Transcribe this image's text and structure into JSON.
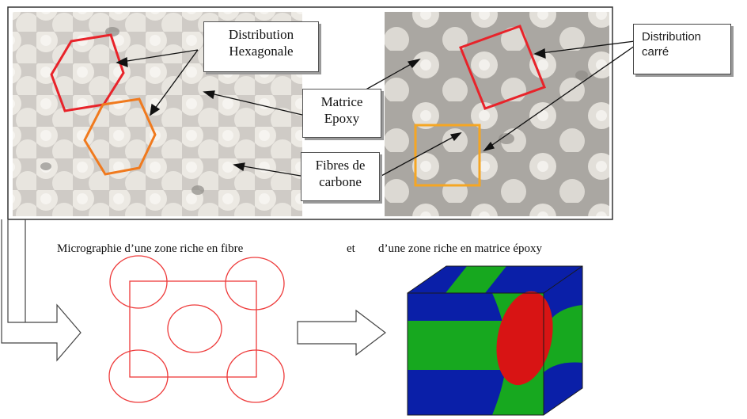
{
  "labels": {
    "hexagonal": [
      "Distribution",
      "Hexagonale"
    ],
    "square": [
      "Distribution",
      "carré"
    ],
    "matrix": [
      "Matrice",
      "Epoxy"
    ],
    "fibers": [
      "Fibres de",
      "carbone"
    ]
  },
  "caption": {
    "part1": "Micrographie d’une zone riche en fibre",
    "connector": "et",
    "part2": "d’une zone riche en matrice époxy"
  },
  "colors": {
    "hexagon_red": "#e8232a",
    "hexagon_orange": "#f07a1e",
    "square_red": "#e8232a",
    "square_orange": "#f5a623",
    "unit_cell_lines": "#ee3a3a",
    "model_blue": "#0a1fa8",
    "model_green": "#17a81f",
    "model_red": "#d81414"
  }
}
